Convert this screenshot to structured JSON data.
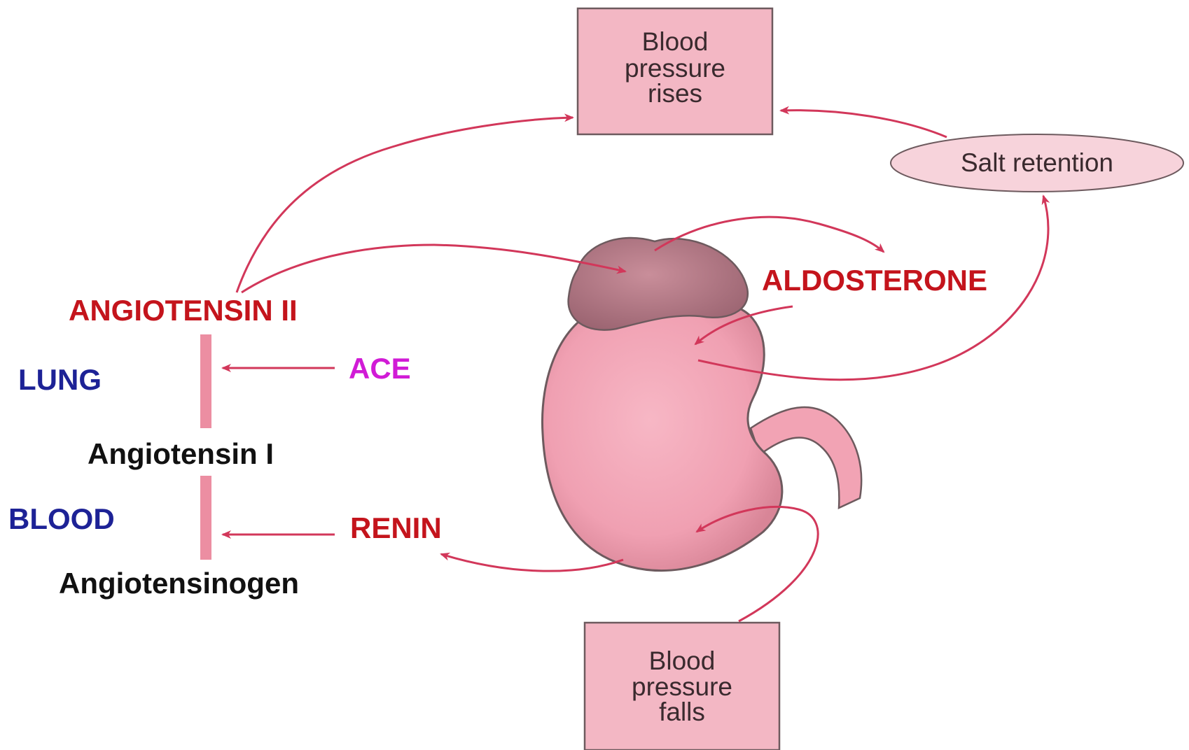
{
  "boxes": {
    "bp_rises": [
      "Blood",
      "pressure",
      "rises"
    ],
    "bp_falls": [
      "Blood",
      "pressure",
      "falls"
    ]
  },
  "salt_retention": "Salt retention",
  "labels": {
    "angiotensin_ii": "ANGIOTENSIN II",
    "aldosterone": "ALDOSTERONE",
    "ace": "ACE",
    "renin": "RENIN",
    "lung": "LUNG",
    "blood": "BLOOD",
    "angiotensin_i": "Angiotensin I",
    "angiotensinogen": "Angiotensinogen"
  },
  "colors": {
    "box_fill": "#f3b7c4",
    "box_stroke": "#6d5a5e",
    "arrow": "#d2375a",
    "red_label": "#c4141c",
    "blue_label": "#1d2296",
    "magenta_label": "#d11bd6",
    "black_label": "#111111",
    "kidney_fill": "#f2a3b4",
    "adrenal_fill": "#b87b88"
  }
}
